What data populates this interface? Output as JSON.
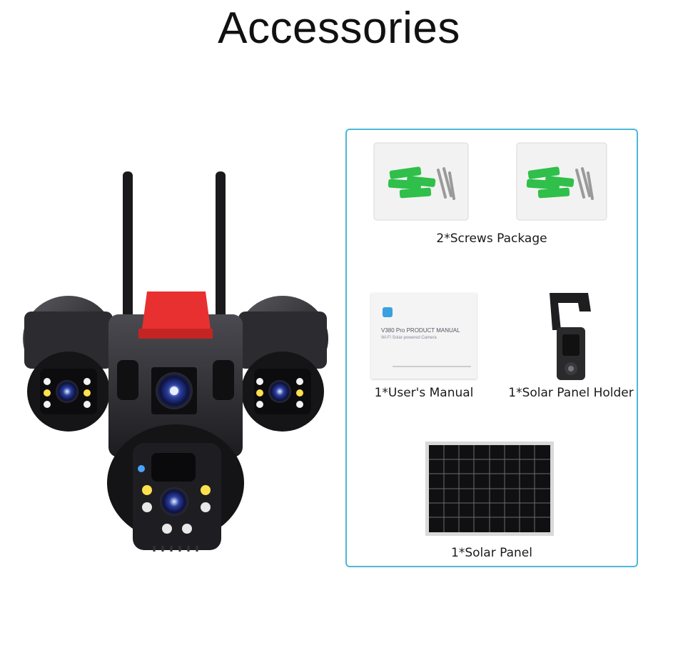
{
  "title": "Accessories",
  "accent_color": "#4db8d6",
  "product": {
    "image": "solar-ptz-security-camera-image"
  },
  "accessories": {
    "screws": {
      "label": "2*Screws Package",
      "icon": "screws-package-image"
    },
    "manual": {
      "label": "1*User's Manual",
      "icon": "user-manual-image",
      "cover_title": "V380 Pro PRODUCT MANUAL",
      "cover_subtitle": "Wi-Fi Solar-powered Camera"
    },
    "holder": {
      "label": "1*Solar Panel Holder",
      "icon": "solar-panel-holder-image"
    },
    "solar_panel": {
      "label": "1*Solar Panel",
      "icon": "solar-panel-image"
    }
  }
}
